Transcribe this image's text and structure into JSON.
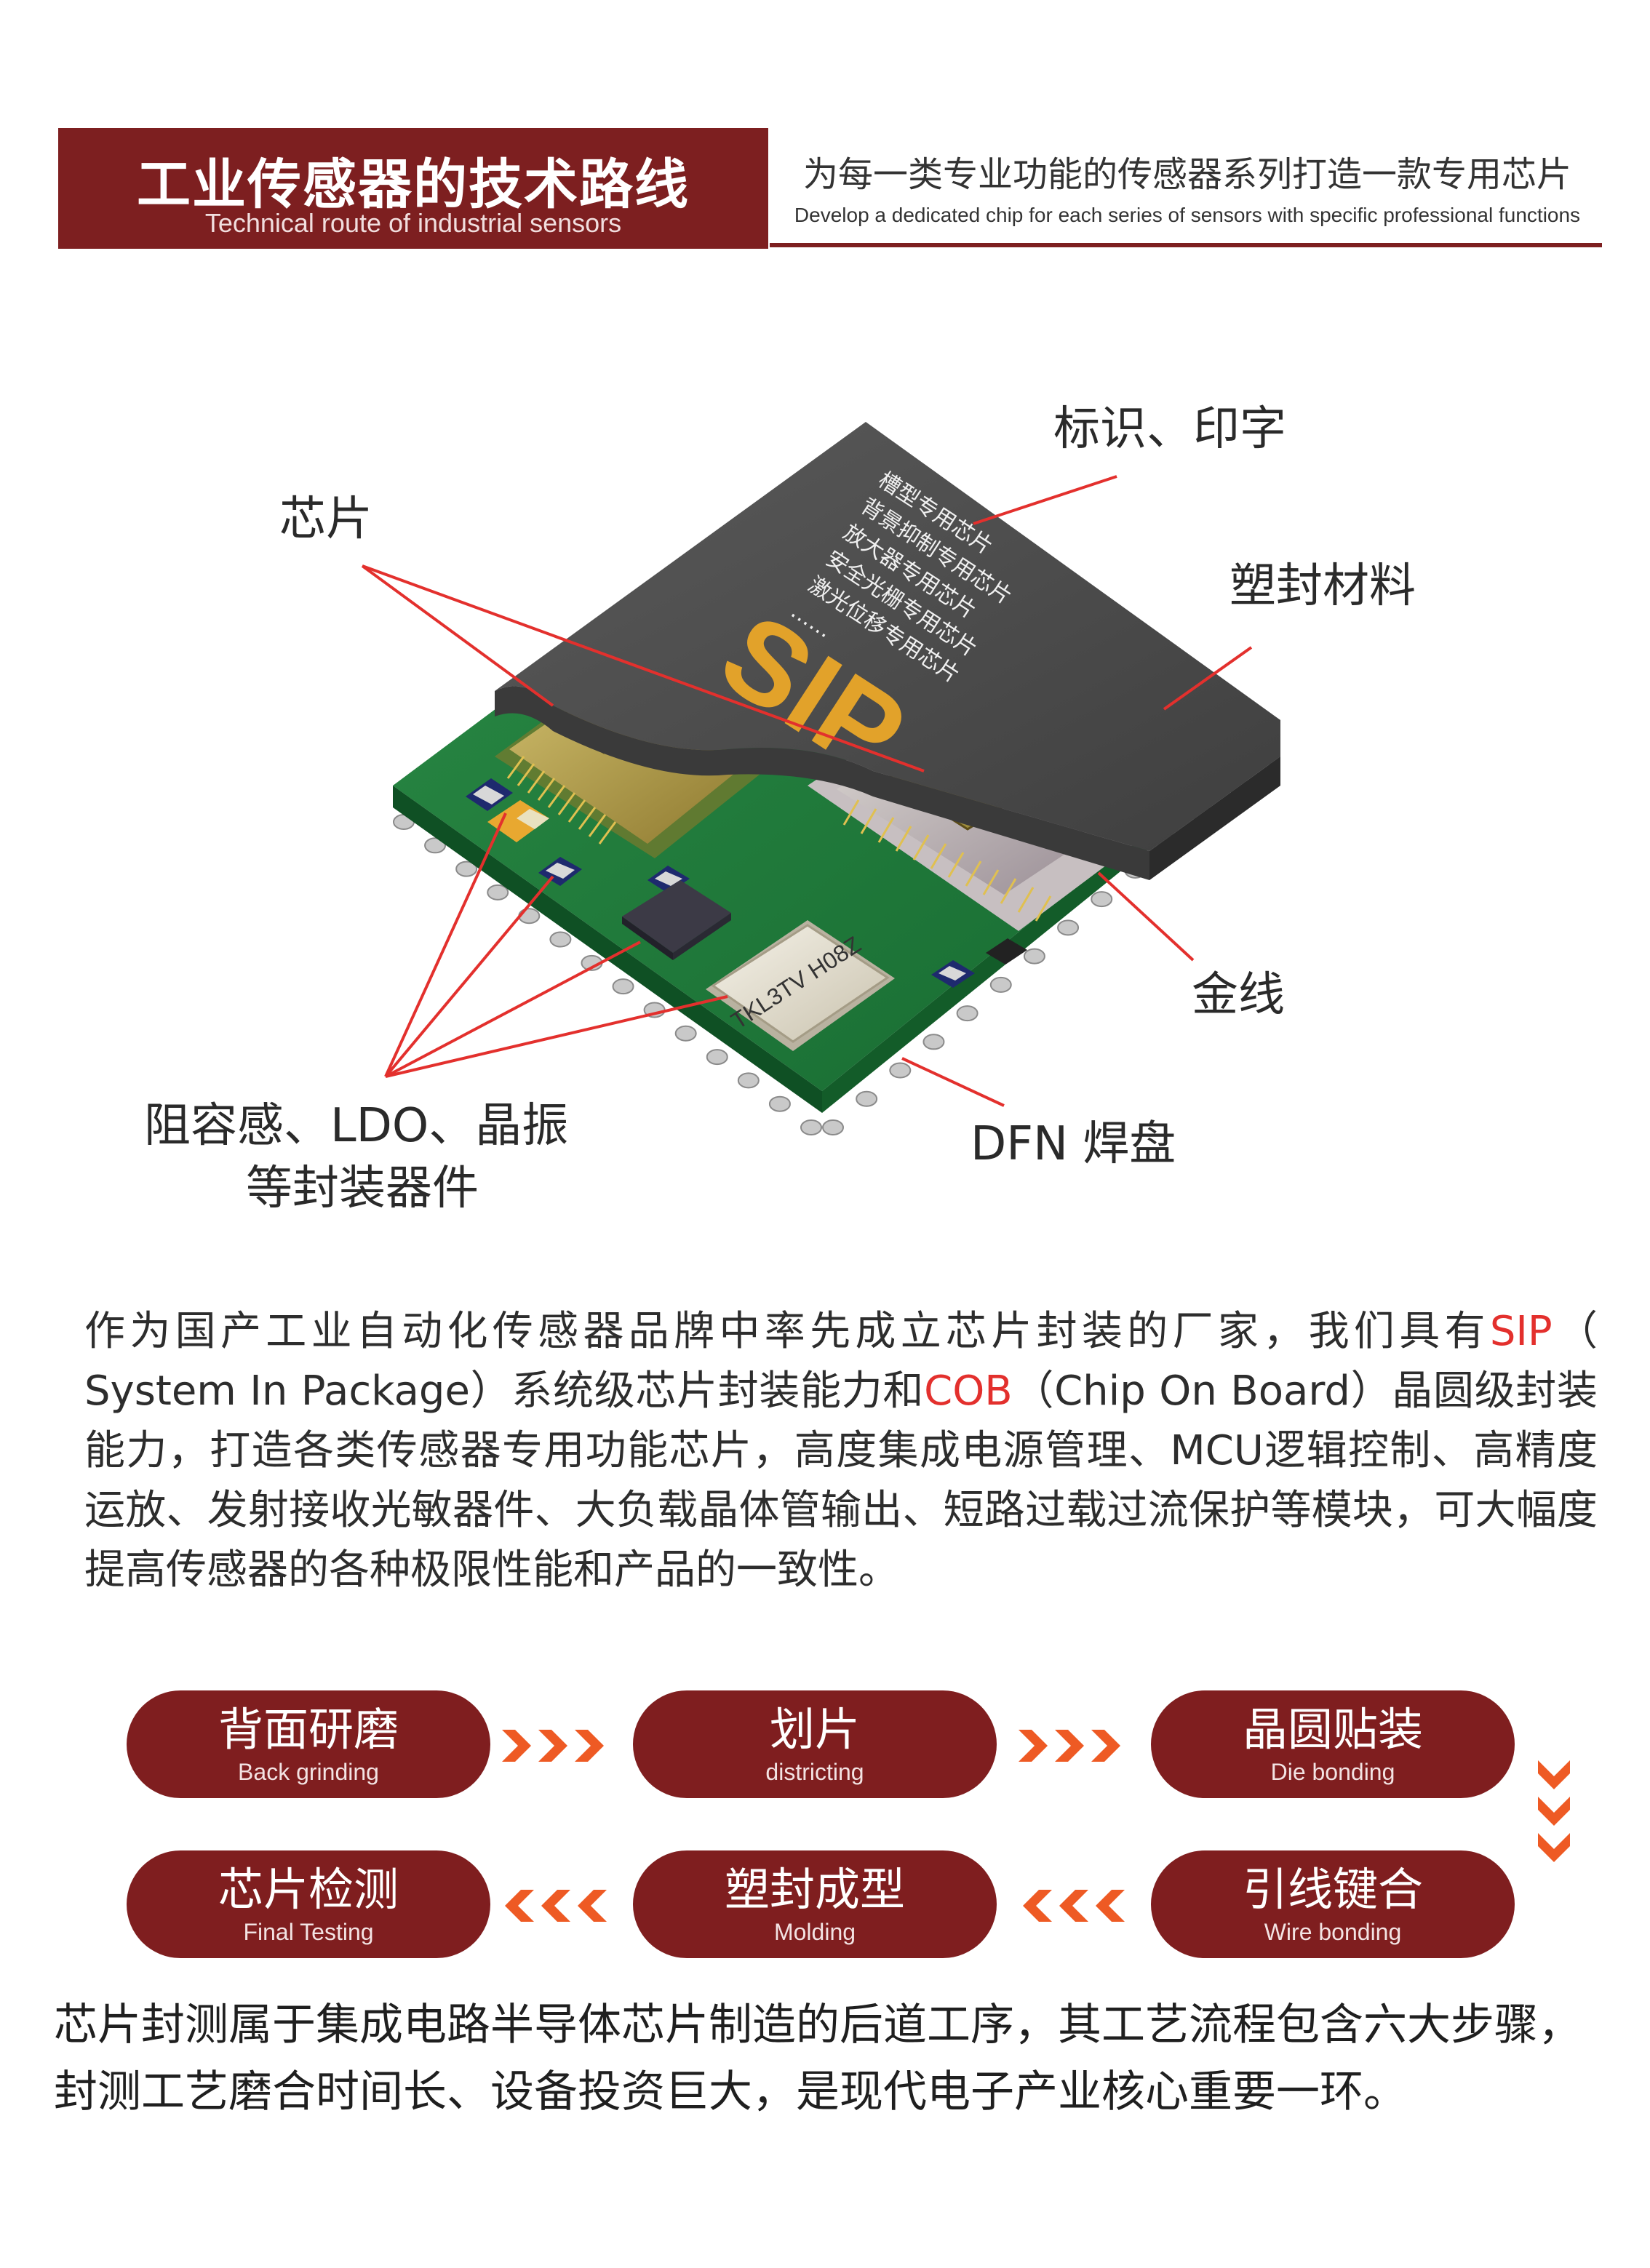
{
  "header": {
    "title": "工业传感器的技术路线",
    "subtitle": "Technical route of industrial sensors",
    "tagline_cn": "为每一类专业功能的传感器系列打造一款专用芯片",
    "tagline_en": "Develop a dedicated chip for each series of sensors with specific professional functions"
  },
  "illustration": {
    "sip_logo": "SIP",
    "chip_lines": [
      "槽型专用芯片",
      "背景抑制专用芯片",
      "放大器专用芯片",
      "安全光栅专用芯片",
      "激光位移专用芯片",
      "……"
    ],
    "crystal_text": "TKL3TV H08Z",
    "labels": {
      "marking": "标识、印字",
      "chip": "芯片",
      "molding_material": "塑封材料",
      "gold_wire": "金线",
      "components_line1": "阻容感、LDO、晶振",
      "components_line2": "等封装器件",
      "dfn_pad": "DFN 焊盘"
    }
  },
  "intro": {
    "p1": "作为国产工业自动化传感器品牌中率先成立芯片封装的厂家，我们具有",
    "sip": "SIP",
    "p2": "（ System In Package）系统级芯片封装能力和",
    "cob": "COB",
    "p3": "（Chip On Board）晶圆级封装能力，打造各类传感器专用功能芯片，高度集成电源管理、MCU逻辑控制、高精度运放、发射接收光敏器件、大负载晶体管输出、短路过载过流保护等模块，可大幅度提高传感器的各种极限性能和产品的一致性。"
  },
  "process": {
    "steps": [
      {
        "cn": "背面研磨",
        "en": "Back grinding"
      },
      {
        "cn": "划片",
        "en": "districting"
      },
      {
        "cn": "晶圆贴装",
        "en": "Die bonding"
      },
      {
        "cn": "引线键合",
        "en": "Wire bonding"
      },
      {
        "cn": "塑封成型",
        "en": "Molding"
      },
      {
        "cn": "芯片检测",
        "en": "Final Testing"
      }
    ],
    "arrow_color": "#ee5a24"
  },
  "summary": "芯片封测属于集成电路半导体芯片制造的后道工序，其工艺流程包含六大步骤，封测工艺磨合时间长、设备投资巨大，是现代电子产业核心重要一环。",
  "colors": {
    "brand": "#7d1f20",
    "accent_red": "#e3302d",
    "board_green": "#1f7a3a",
    "mold_gray": "#505050"
  }
}
